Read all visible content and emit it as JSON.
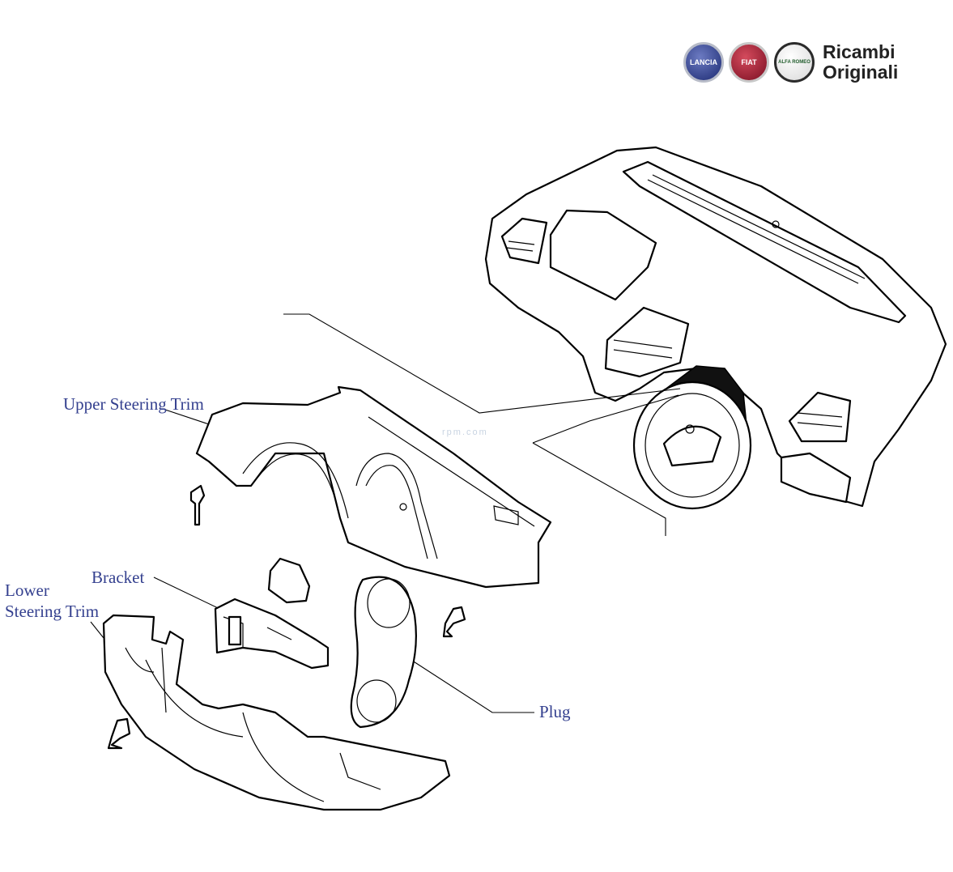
{
  "brand": {
    "line1": "Ricambi",
    "line2": "Originali",
    "badges": [
      {
        "name": "lancia-logo",
        "text": "LANCIA"
      },
      {
        "name": "fiat-logo",
        "text": "FIAT"
      },
      {
        "name": "alfa-romeo-logo",
        "text": "ALFA ROMEO"
      }
    ]
  },
  "watermark": "rpm.com",
  "labels": {
    "upper_trim": "Upper Steering Trim",
    "bracket": "Bracket",
    "lower_trim_line1": "Lower",
    "lower_trim_line2": "Steering Trim",
    "plug": "Plug"
  },
  "colors": {
    "label_text": "#34408f",
    "line_art": "#000000"
  }
}
